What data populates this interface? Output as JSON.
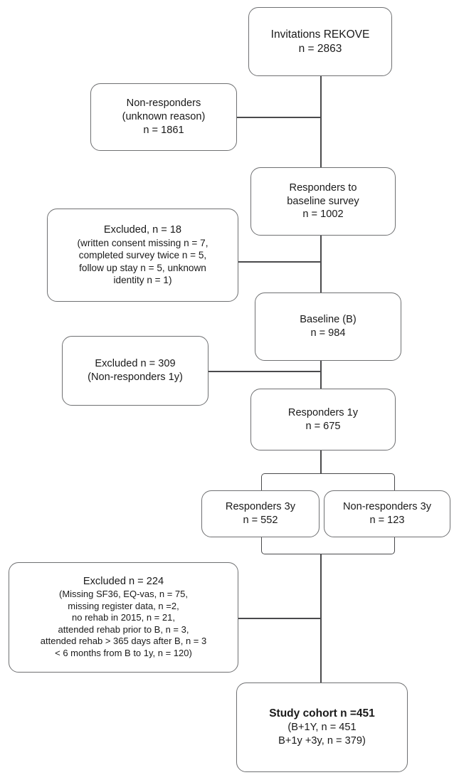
{
  "figure": {
    "type": "flowchart",
    "orientation": "top-to-bottom",
    "title": "Study participant flow diagram"
  },
  "nodes": {
    "invitations": {
      "lines": [
        "Invitations REKOVE",
        "n = 2863"
      ]
    },
    "non_responders_unknown": {
      "lines": [
        "Non-responders",
        "(unknown reason)",
        "n = 1861"
      ]
    },
    "responders_baseline": {
      "lines": [
        "Responders to",
        "baseline survey",
        "n = 1002"
      ]
    },
    "excluded_18": {
      "lines": [
        "Excluded, n = 18",
        "(written consent missing n = 7,",
        "completed survey twice n = 5,",
        "follow up stay n = 5, unknown",
        "identity n = 1)"
      ]
    },
    "baseline": {
      "lines": [
        "Baseline (B)",
        "n = 984"
      ]
    },
    "excluded_309": {
      "lines": [
        "Excluded n = 309",
        "(Non-responders 1y)"
      ]
    },
    "responders_1y": {
      "lines": [
        "Responders 1y",
        "n = 675"
      ]
    },
    "responders_3y": {
      "lines": [
        "Responders 3y",
        "n = 552"
      ]
    },
    "non_responders_3y": {
      "lines": [
        "Non-responders 3y",
        "n = 123"
      ]
    },
    "excluded_224": {
      "lines": [
        "Excluded n = 224",
        "(Missing SF36, EQ-vas, n =  75,",
        "missing register data, n =2,",
        "no rehab in 2015, n = 21,",
        "attended rehab prior to B, n = 3,",
        "attended rehab > 365 days after B, n = 3",
        "< 6 months  from  B to 1y, n  = 120)"
      ]
    },
    "study_cohort": {
      "lines": [
        "Study cohort n =451",
        "(B+1Y,  n = 451",
        "B+1y +3y, n = 379)"
      ]
    }
  },
  "colors": {
    "node_border": "#6f7072",
    "connector": "#4a4a4c",
    "text": "#1a1a1a",
    "background": "#ffffff"
  }
}
